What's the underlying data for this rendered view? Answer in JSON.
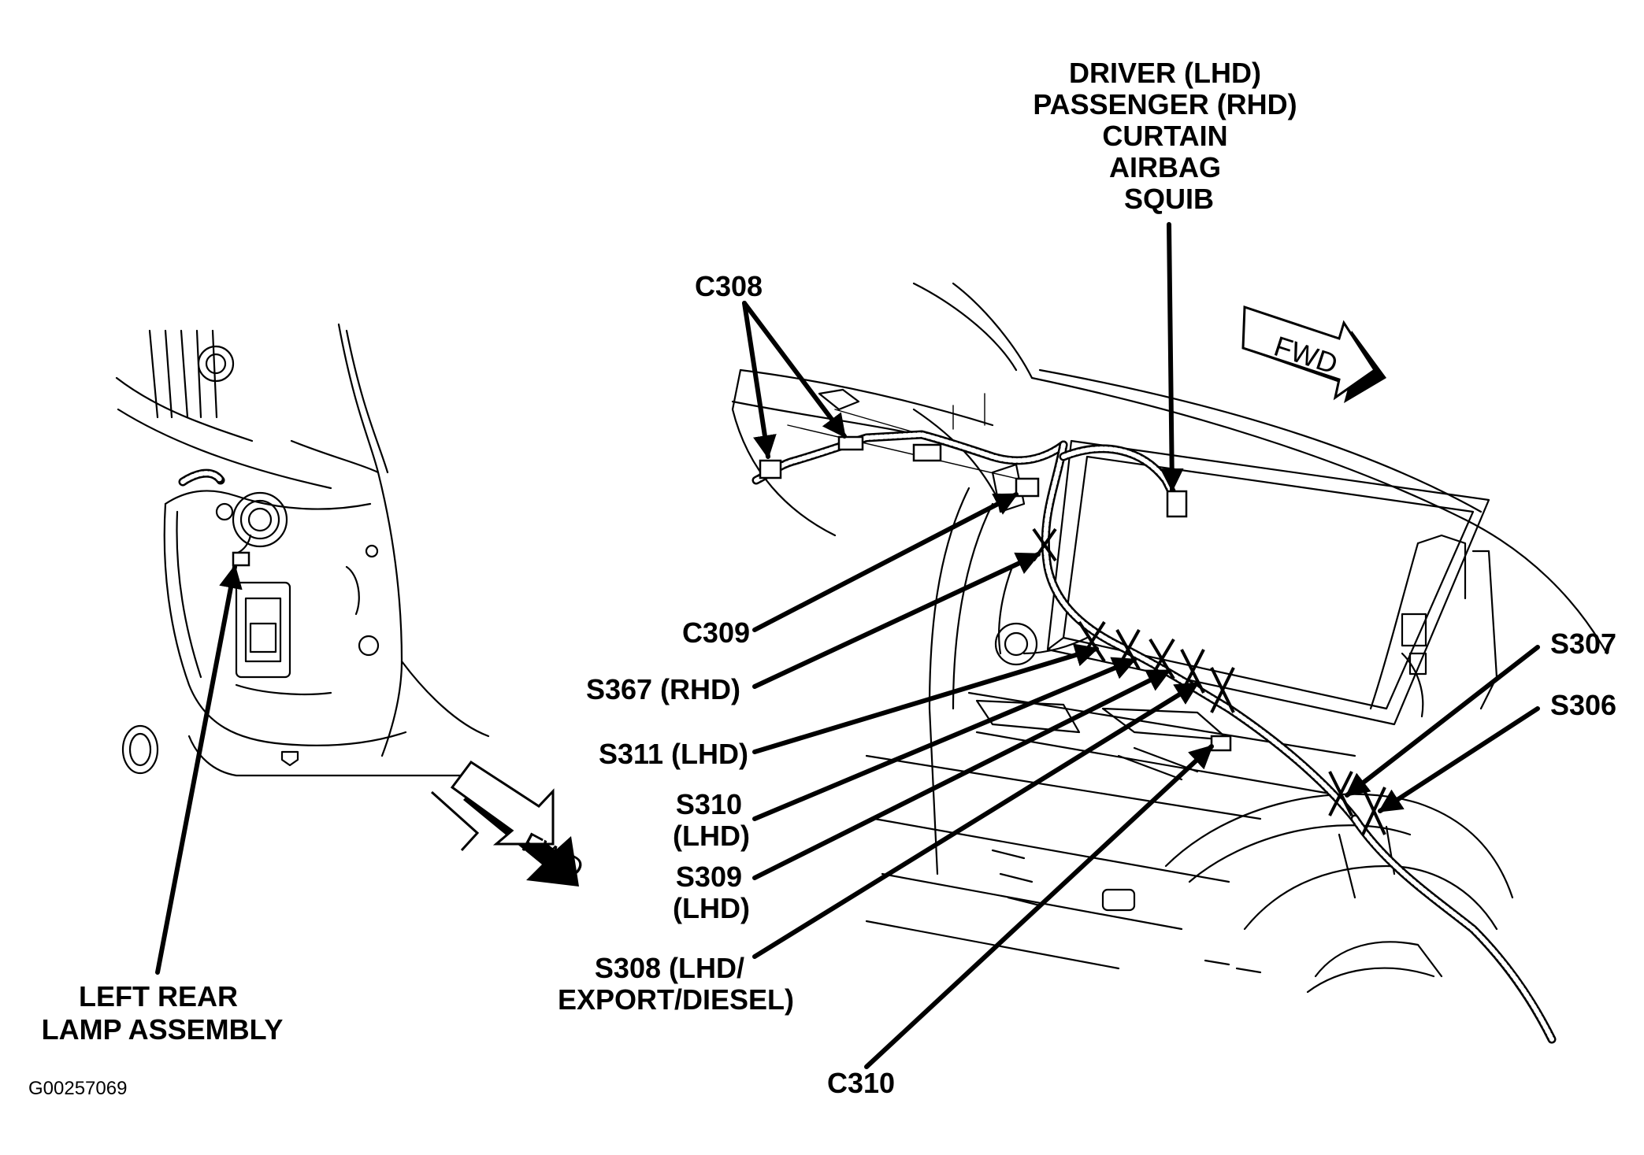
{
  "figure_id": "G00257069",
  "fwd_label": "FWD",
  "left_view": {
    "callouts": [
      {
        "id": "left-rear-lamp-assembly",
        "lines": [
          "LEFT REAR",
          "LAMP ASSEMBLY"
        ]
      }
    ]
  },
  "right_view": {
    "callouts": [
      {
        "id": "curtain-airbag-squib",
        "lines": [
          "DRIVER (LHD)",
          "PASSENGER (RHD)",
          "CURTAIN",
          "AIRBAG",
          "SQUIB"
        ]
      },
      {
        "id": "c308",
        "lines": [
          "C308"
        ]
      },
      {
        "id": "c309",
        "lines": [
          "C309"
        ]
      },
      {
        "id": "s367",
        "lines": [
          "S367 (RHD)"
        ]
      },
      {
        "id": "s311",
        "lines": [
          "S311 (LHD)"
        ]
      },
      {
        "id": "s310",
        "lines": [
          "S310",
          "(LHD)"
        ]
      },
      {
        "id": "s309",
        "lines": [
          "S309",
          "(LHD)"
        ]
      },
      {
        "id": "s308",
        "lines": [
          "S308 (LHD/",
          "EXPORT/DIESEL)"
        ]
      },
      {
        "id": "c310",
        "lines": [
          "C310"
        ]
      },
      {
        "id": "s307",
        "lines": [
          "S307"
        ]
      },
      {
        "id": "s306",
        "lines": [
          "S306"
        ]
      }
    ]
  }
}
